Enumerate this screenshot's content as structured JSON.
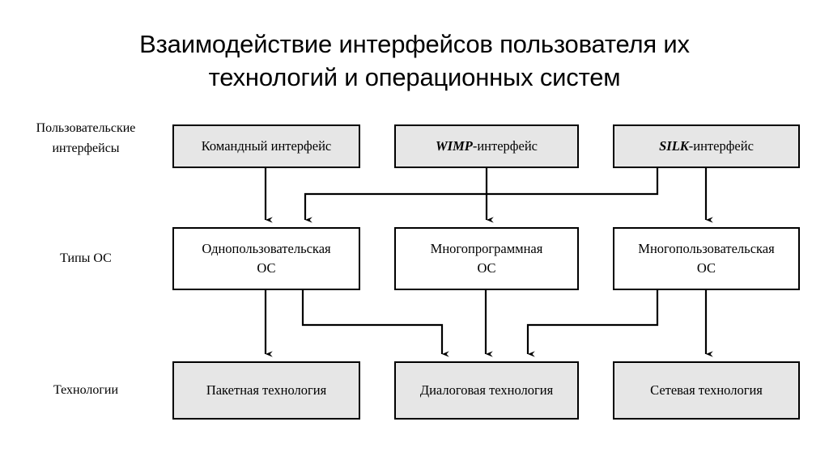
{
  "page": {
    "title": "Взаимодействие интерфейсов пользователя их\nтехнологий и операционных систем",
    "background_color": "#ffffff",
    "box_fill_gray": "#e6e6e6",
    "box_fill_white": "#ffffff",
    "line_color": "#000000"
  },
  "row_labels": {
    "interfaces": "Пользовательские\nинтерфейсы",
    "os_types": "Типы ОС",
    "technologies": "Технологии"
  },
  "rows": {
    "user_interfaces": {
      "label": "Пользовательские интерфейсы",
      "nodes": [
        {
          "id": "command-interface",
          "text": "Командный интерфейс",
          "acronym": "",
          "fill": "gray"
        },
        {
          "id": "wimp-interface",
          "text": "-интерфейс",
          "acronym": "WIMP",
          "fill": "gray"
        },
        {
          "id": "silk-interface",
          "text": "-интерфейс",
          "acronym": "SILK",
          "fill": "gray"
        }
      ]
    },
    "os_types": {
      "label": "Типы ОС",
      "nodes": [
        {
          "id": "single-user-os",
          "text": "Однопользовательская\nОС",
          "acronym": "",
          "fill": "white"
        },
        {
          "id": "multiprogram-os",
          "text": "Многопрограммная\nОС",
          "acronym": "",
          "fill": "white"
        },
        {
          "id": "multiuser-os",
          "text": "Многопользовательская\nОС",
          "acronym": "",
          "fill": "white"
        }
      ]
    },
    "technologies": {
      "label": "Технологии",
      "nodes": [
        {
          "id": "batch-technology",
          "text": "Пакетная технология",
          "acronym": "",
          "fill": "gray"
        },
        {
          "id": "dialog-technology",
          "text": "Диалоговая технология",
          "acronym": "",
          "fill": "gray"
        },
        {
          "id": "network-technology",
          "text": "Сетевая технология",
          "acronym": "",
          "fill": "gray"
        }
      ]
    }
  },
  "connections": [
    {
      "from": "command-interface",
      "to": "single-user-os",
      "kind": "straight"
    },
    {
      "from": "silk-interface",
      "to": "single-user-os",
      "kind": "elbow"
    },
    {
      "from": "wimp-interface",
      "to": "multiprogram-os",
      "kind": "straight"
    },
    {
      "from": "silk-interface",
      "to": "multiuser-os",
      "kind": "straight"
    },
    {
      "from": "single-user-os",
      "to": "batch-technology",
      "kind": "straight"
    },
    {
      "from": "single-user-os",
      "to": "dialog-technology",
      "kind": "elbow"
    },
    {
      "from": "multiprogram-os",
      "to": "dialog-technology",
      "kind": "straight"
    },
    {
      "from": "multiuser-os",
      "to": "dialog-technology",
      "kind": "elbow"
    },
    {
      "from": "multiuser-os",
      "to": "network-technology",
      "kind": "straight"
    }
  ]
}
